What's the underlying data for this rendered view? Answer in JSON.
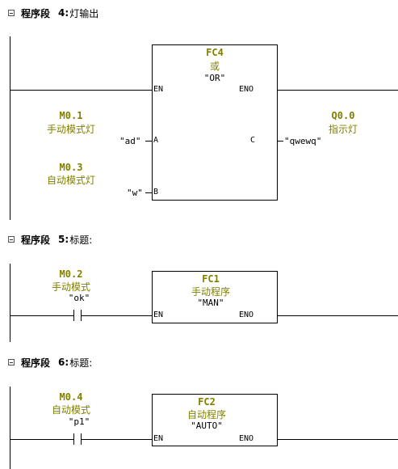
{
  "segments": [
    {
      "label": "程序段",
      "number": "4",
      "colon": ":",
      "title": "灯输出",
      "block": {
        "name": "FC4",
        "comment": "或",
        "symbol": "\"OR\""
      },
      "pins": {
        "en": "EN",
        "eno": "ENO",
        "a": "A",
        "b": "B",
        "c": "C"
      },
      "inputs": [
        {
          "address": "M0.1",
          "comment": "手动模式灯",
          "symbol": "\"ad\""
        },
        {
          "address": "M0.3",
          "comment": "自动模式灯",
          "symbol": "\"w\""
        }
      ],
      "output": {
        "address": "Q0.0",
        "comment": "指示灯",
        "symbol": "\"qwewq\""
      }
    },
    {
      "label": "程序段",
      "number": "5",
      "colon": ":",
      "title": "标题:",
      "contact": {
        "address": "M0.2",
        "comment": "手动模式",
        "symbol": "\"ok\""
      },
      "block": {
        "name": "FC1",
        "comment": "手动程序",
        "symbol": "\"MAN\""
      },
      "pins": {
        "en": "EN",
        "eno": "ENO"
      }
    },
    {
      "label": "程序段",
      "number": "6",
      "colon": ":",
      "title": "标题:",
      "contact": {
        "address": "M0.4",
        "comment": "自动模式",
        "symbol": "\"p1\""
      },
      "block": {
        "name": "FC2",
        "comment": "自动程序",
        "symbol": "\"AUTO\""
      },
      "pins": {
        "en": "EN",
        "eno": "ENO"
      }
    }
  ],
  "colors": {
    "comment": "#808000",
    "line": "#000000"
  },
  "icons": {
    "collapse": "minus-box-icon"
  }
}
